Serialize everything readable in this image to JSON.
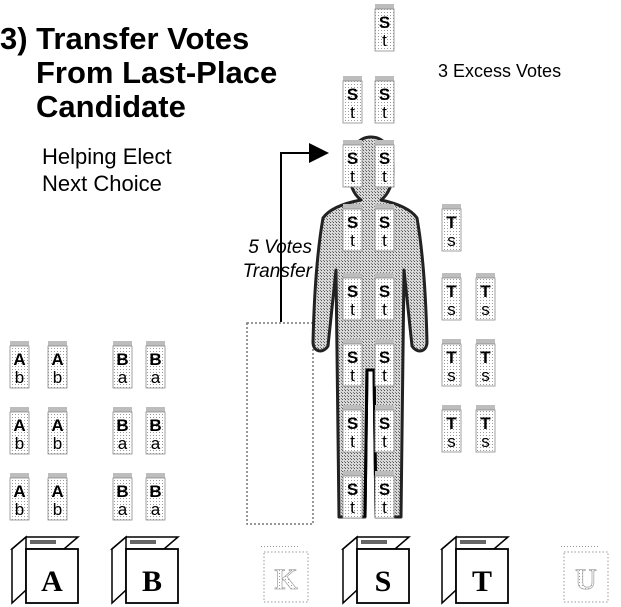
{
  "title": {
    "line1": "3) Transfer Votes",
    "line2": "From Last-Place",
    "line3": "Candidate"
  },
  "subtitle": {
    "line1": "Helping Elect",
    "line2": "Next Choice"
  },
  "excess_label": "3 Excess Votes",
  "transfer_label": {
    "line1": "5 Votes",
    "line2": "Transfer"
  },
  "colors": {
    "ink": "#000000",
    "ballot_fill": "#f0f0f0",
    "figure_fill": "#c8c8c8",
    "dotted": "#888888"
  },
  "ballot_boxes": [
    {
      "letter": "A",
      "state": "active"
    },
    {
      "letter": "B",
      "state": "active"
    },
    {
      "letter": "K",
      "state": "eliminated"
    },
    {
      "letter": "S",
      "state": "active"
    },
    {
      "letter": "T",
      "state": "active"
    },
    {
      "letter": "U",
      "state": "eliminated"
    }
  ],
  "ballot_stacks": [
    {
      "candidate": "A",
      "first": "A",
      "second": "b",
      "count": 6
    },
    {
      "candidate": "B",
      "first": "B",
      "second": "a",
      "count": 6
    },
    {
      "candidate": "S",
      "first": "S",
      "second": "t",
      "count": 15
    },
    {
      "candidate": "T",
      "first": "T",
      "second": "s",
      "count": 7
    }
  ],
  "elected_figure": {
    "candidate": "S",
    "icon": "person-silhouette-icon"
  },
  "eliminated_placeholder": {
    "candidate": "K",
    "votes_transferred": 5
  }
}
